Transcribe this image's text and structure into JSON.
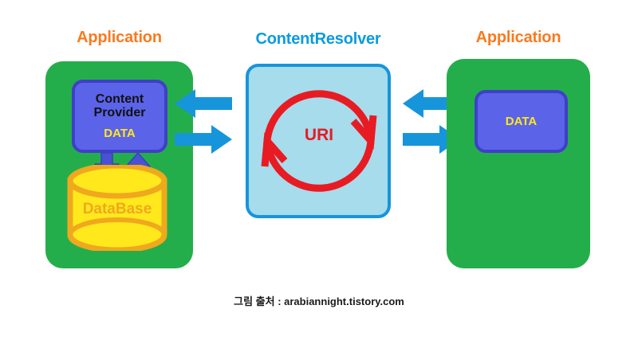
{
  "diagram": {
    "left_app": {
      "title": "Application",
      "content_provider": {
        "title": "Content\nProvider",
        "data_label": "DATA"
      },
      "database": {
        "label": "DataBase"
      },
      "arrows": {
        "to_database": "down-arrow",
        "from_database": "up-arrow"
      }
    },
    "center": {
      "title": "ContentResolver",
      "uri_label": "URI",
      "cycle_icon": "circular-refresh-arrows-icon"
    },
    "right_app": {
      "title": "Application",
      "data_box": {
        "data_label": "DATA"
      }
    },
    "connector_arrows": {
      "left_incoming": "left-arrow",
      "left_outgoing": "right-arrow",
      "right_incoming": "left-arrow",
      "right_outgoing": "right-arrow"
    },
    "caption": "그림 출처 : arabiannight.tistory.com",
    "colors": {
      "app_panel_green": "#24AE4B",
      "app_title_orange": "#F97A1F",
      "resolver_blue": "#A6DCEC",
      "resolver_border": "#1795DB",
      "resolver_title": "#0A9BE0",
      "provider_blue": "#5B63E8",
      "provider_border": "#3F3FC8",
      "data_yellow": "#FFE81C",
      "database_yellow": "#FFE81C",
      "database_border": "#F0A81E",
      "uri_red": "#E81B23",
      "arrow_blue": "#1795DB",
      "small_arrow_blue": "#4A52D4"
    }
  }
}
